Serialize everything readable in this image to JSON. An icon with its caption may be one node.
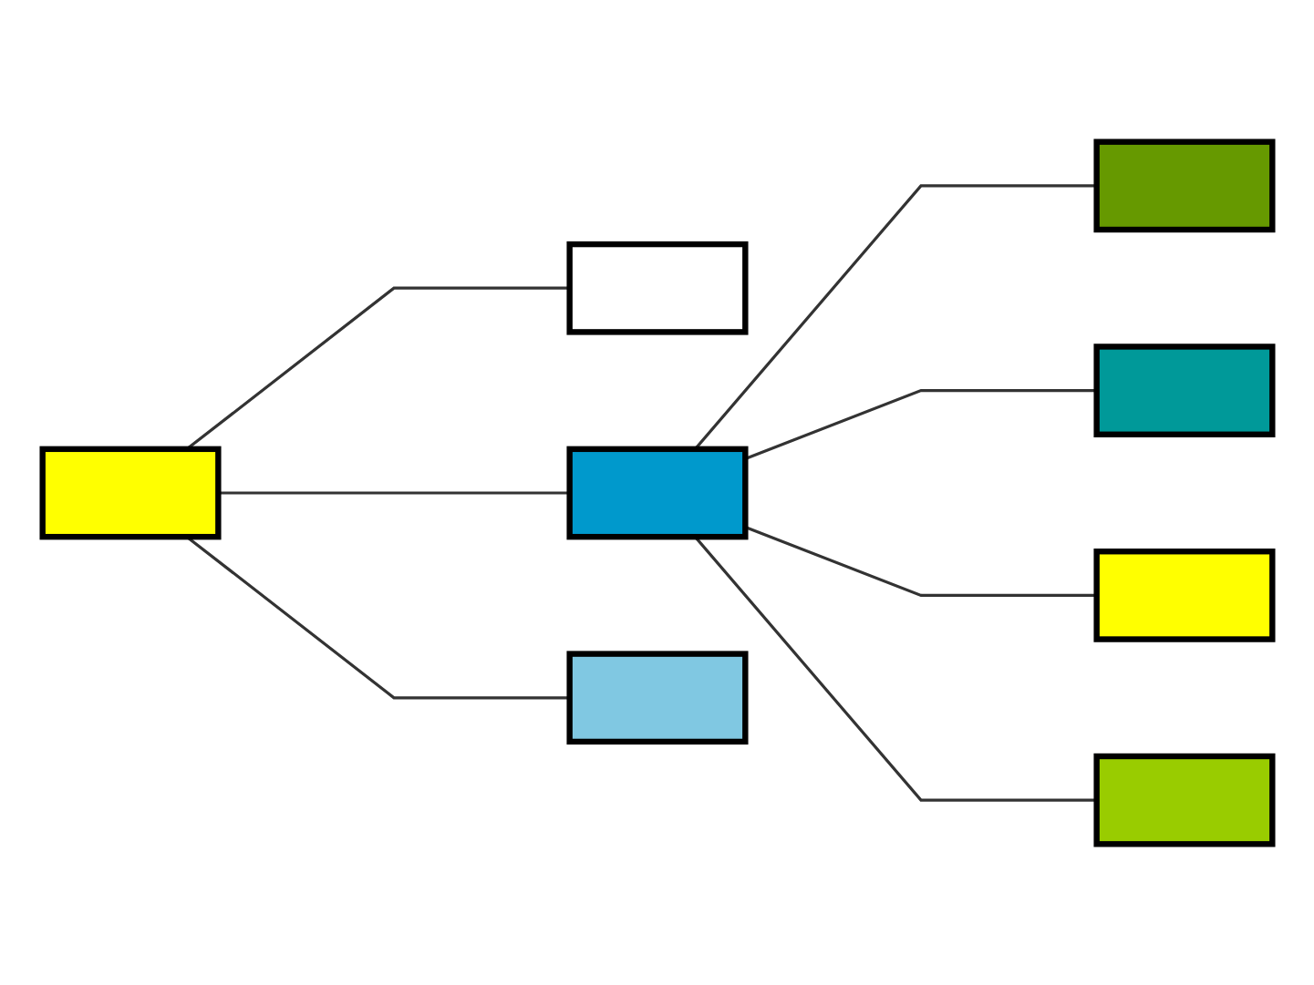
{
  "diagram": {
    "nodes": [
      {
        "text": [],
        "shape": "box"
      },
      {
        "text": [],
        "shape": "box"
      },
      {
        "text": [],
        "shape": "box"
      },
      {
        "text": [],
        "shape": "box"
      },
      {
        "text": [],
        "shape": "box"
      },
      {
        "text": [],
        "shape": "box"
      },
      {
        "text": [],
        "shape": "box"
      },
      {
        "text": [],
        "shape": "box"
      }
    ],
    "edges": [
      {
        "from": 0,
        "to": 1,
        "arrow": "none"
      },
      {
        "from": 0,
        "to": 4,
        "arrow": "none"
      },
      {
        "from": 0,
        "to": 7,
        "arrow": "none"
      },
      {
        "from": 4,
        "to": 2,
        "arrow": "none"
      },
      {
        "from": 4,
        "to": 3,
        "arrow": "none"
      },
      {
        "from": 4,
        "to": 5,
        "arrow": "none"
      },
      {
        "from": 4,
        "to": 6,
        "arrow": "none"
      }
    ]
  }
}
